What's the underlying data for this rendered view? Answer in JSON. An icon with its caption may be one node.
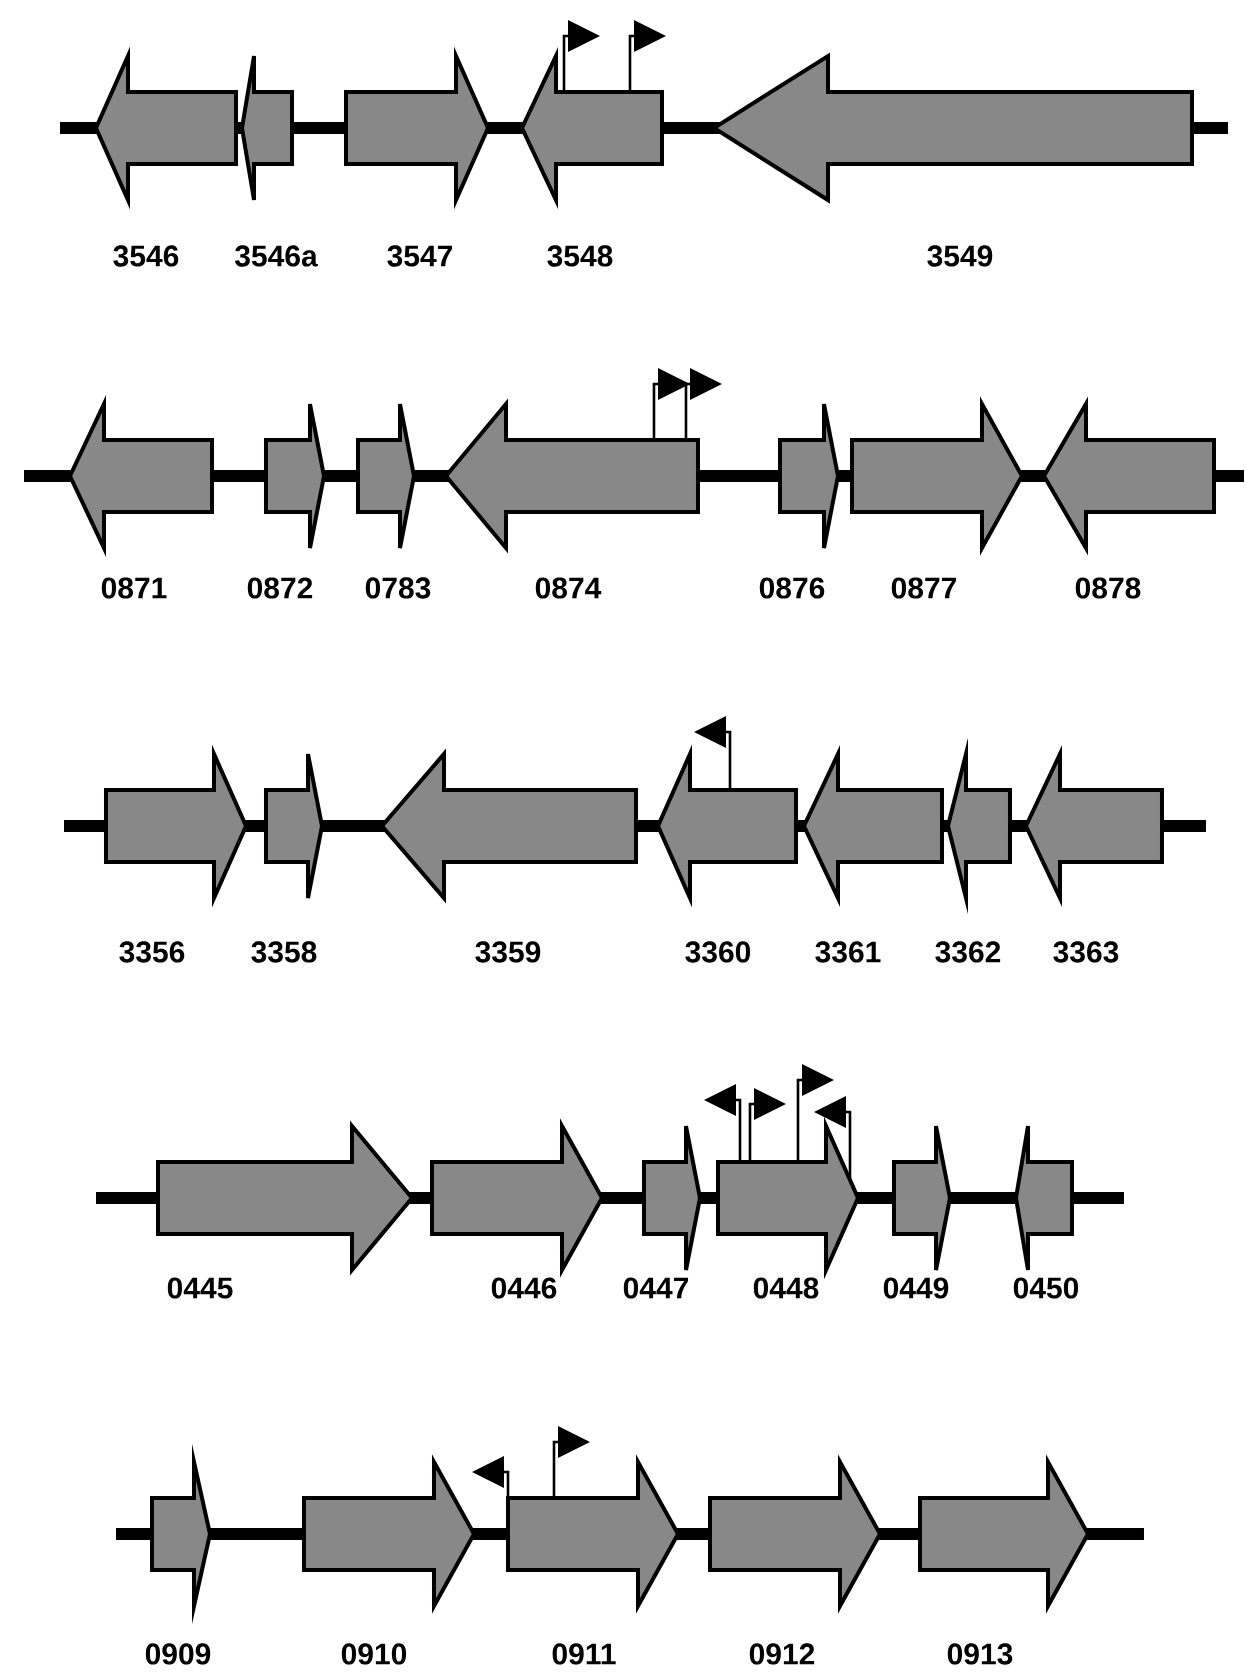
{
  "diagram": {
    "nodes": [
      {
        "text": [
          "3546"
        ]
      },
      {
        "text": [
          "3546a"
        ]
      },
      {
        "text": [
          "3547"
        ]
      },
      {
        "text": [
          "3548"
        ]
      },
      {
        "text": [
          "3549"
        ]
      },
      {
        "text": [
          "0871"
        ]
      },
      {
        "text": [
          "0872"
        ]
      },
      {
        "text": [
          "0783"
        ]
      },
      {
        "text": [
          "0874"
        ]
      },
      {
        "text": [
          "0876"
        ]
      },
      {
        "text": [
          "0877"
        ]
      },
      {
        "text": [
          "0878"
        ]
      },
      {
        "text": [
          "3356"
        ]
      },
      {
        "text": [
          "3358"
        ]
      },
      {
        "text": [
          "3359"
        ]
      },
      {
        "text": [
          "3360"
        ]
      },
      {
        "text": [
          "3361"
        ]
      },
      {
        "text": [
          "3362"
        ]
      },
      {
        "text": [
          "3363"
        ]
      },
      {
        "text": [
          "0445"
        ]
      },
      {
        "text": [
          "0446"
        ]
      },
      {
        "text": [
          "0447"
        ]
      },
      {
        "text": [
          "0448"
        ]
      },
      {
        "text": [
          "0449"
        ]
      },
      {
        "text": [
          "0450"
        ]
      },
      {
        "text": [
          "0909"
        ]
      },
      {
        "text": [
          "0910"
        ]
      },
      {
        "text": [
          "0911"
        ]
      },
      {
        "text": [
          "0912"
        ]
      },
      {
        "text": [
          "0913"
        ]
      }
    ]
  }
}
